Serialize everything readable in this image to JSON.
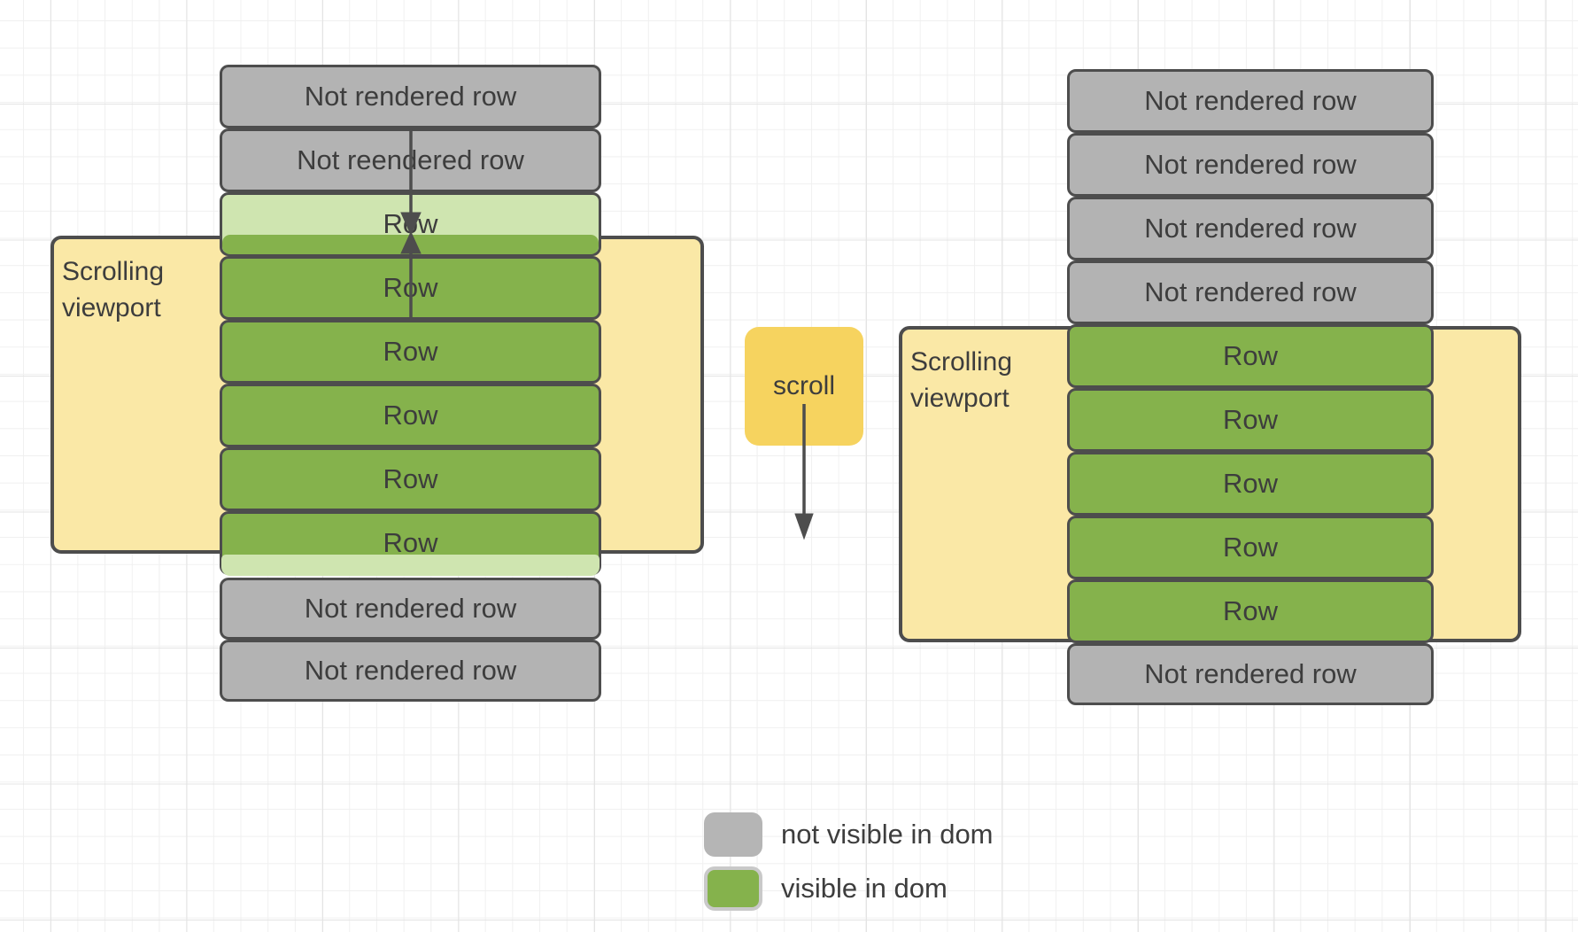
{
  "colors": {
    "gray": "#b3b3b3",
    "green": "#85b24c",
    "light_green": "#cfe5b0",
    "yellow": "#fae8a6",
    "yellow_deep": "#f6d35f",
    "stroke": "#4d4d4d",
    "text": "#3d3d3d",
    "swatch_gray": "#b5b5b5",
    "swatch_border": "#c9c9c9"
  },
  "left_diagram": {
    "viewport_label": "Scrolling viewport",
    "rows": [
      {
        "label": "Not rendered row",
        "type": "hidden"
      },
      {
        "label": "Not reendered row",
        "type": "hidden"
      },
      {
        "label": "Row",
        "type": "partial-top"
      },
      {
        "label": "Row",
        "type": "visible"
      },
      {
        "label": "Row",
        "type": "visible"
      },
      {
        "label": "Row",
        "type": "visible"
      },
      {
        "label": "Row",
        "type": "visible"
      },
      {
        "label": "Row",
        "type": "partial-bottom"
      },
      {
        "label": "Not rendered row",
        "type": "hidden"
      },
      {
        "label": "Not rendered row",
        "type": "hidden"
      }
    ]
  },
  "scroll_hint": {
    "label": "scroll"
  },
  "right_diagram": {
    "viewport_label": "Scrolling viewport",
    "rows": [
      {
        "label": "Not rendered row",
        "type": "hidden"
      },
      {
        "label": "Not rendered row",
        "type": "hidden"
      },
      {
        "label": "Not rendered row",
        "type": "hidden"
      },
      {
        "label": "Not rendered row",
        "type": "hidden"
      },
      {
        "label": "Row",
        "type": "visible"
      },
      {
        "label": "Row",
        "type": "visible"
      },
      {
        "label": "Row",
        "type": "visible"
      },
      {
        "label": "Row",
        "type": "visible"
      },
      {
        "label": "Row",
        "type": "visible"
      },
      {
        "label": "Not rendered row",
        "type": "hidden"
      }
    ]
  },
  "legend": {
    "items": [
      {
        "label": "not visible in dom",
        "swatch": "gray"
      },
      {
        "label": "visible in dom",
        "swatch": "green"
      }
    ]
  }
}
